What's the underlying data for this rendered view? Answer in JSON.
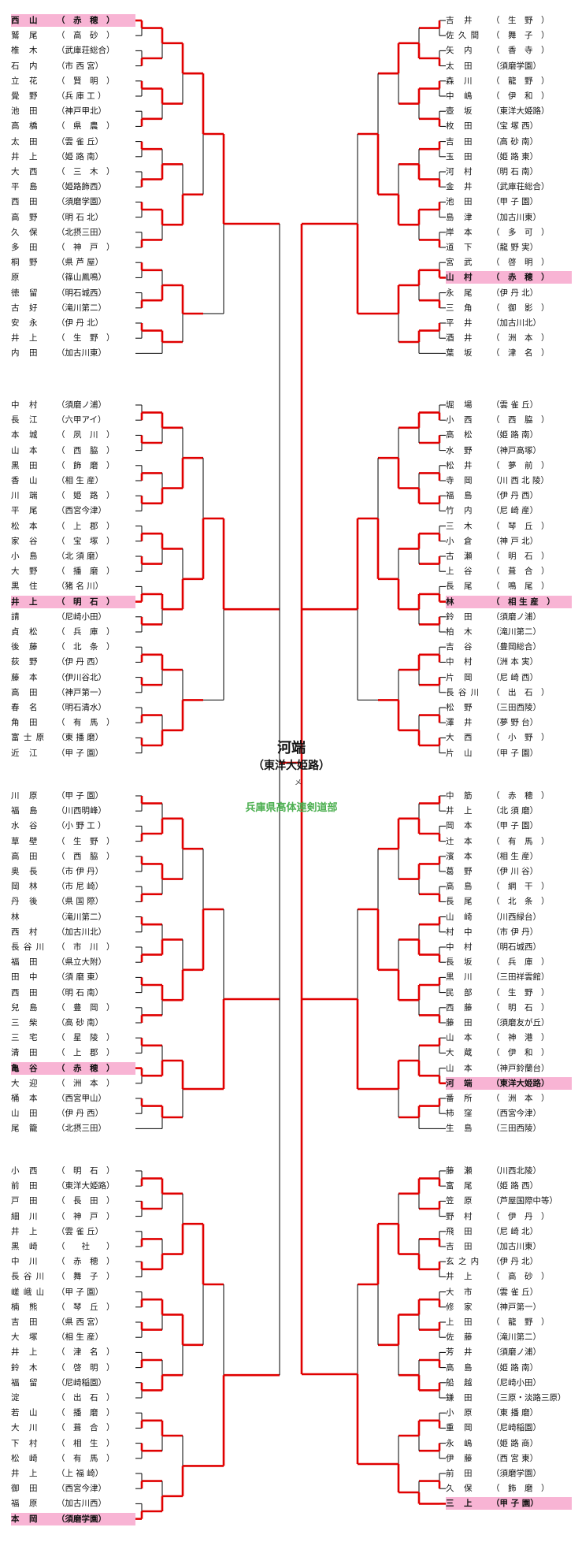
{
  "champion": {
    "name": "河端",
    "school": "（東洋大姫路）",
    "note": "メ"
  },
  "organizer": "兵庫県高体連剣道部",
  "colors": {
    "win_line": "#e00000",
    "loss_line": "#000000",
    "highlight": "#f8b4d4",
    "organizer_text": "#4caf50"
  },
  "blocks": [
    {
      "left": [
        {
          "n": "西　山",
          "s": "（　赤　穂　）",
          "w": true
        },
        {
          "n": "鷲　尾",
          "s": "（　高　砂　）"
        },
        {
          "n": "椎　木",
          "s": "（武庫荘総合）"
        },
        {
          "n": "石　内",
          "s": "（市 西 宮）"
        },
        {
          "n": "立　花",
          "s": "（　賢　明　）"
        },
        {
          "n": "覺　野",
          "s": "（兵 庫 工 ）"
        },
        {
          "n": "池　田",
          "s": "（神戸甲北）"
        },
        {
          "n": "高　橋",
          "s": "（　県　農　）"
        },
        {
          "n": "太　田",
          "s": "（雲 雀 丘）"
        },
        {
          "n": "井　上",
          "s": "（姫 路 南）"
        },
        {
          "n": "大　西",
          "s": "（　三　木　）"
        },
        {
          "n": "平　島",
          "s": "（姫路飾西）"
        },
        {
          "n": "西　田",
          "s": "（須磨学園）"
        },
        {
          "n": "高　野",
          "s": "（明 石 北）"
        },
        {
          "n": "久　保",
          "s": "（北摂三田）"
        },
        {
          "n": "多　田",
          "s": "（　神　戸　）"
        },
        {
          "n": "桐　野",
          "s": "（県 芦 屋）"
        },
        {
          "n": "原",
          "s": "（篠山鳳鳴）"
        },
        {
          "n": "徳　留",
          "s": "（明石城西）"
        },
        {
          "n": "古　好",
          "s": "（滝川第二）"
        },
        {
          "n": "安　永",
          "s": "（伊 丹 北）"
        },
        {
          "n": "井　上",
          "s": "（　生　野　）"
        },
        {
          "n": "内　田",
          "s": "（加古川東）"
        }
      ],
      "right": [
        {
          "n": "吉　井",
          "s": "（　生　野　）"
        },
        {
          "n": "佐 久 間",
          "s": "（　舞　子　）"
        },
        {
          "n": "矢　内",
          "s": "（　香　寺　）"
        },
        {
          "n": "太　田",
          "s": "（須磨学園）"
        },
        {
          "n": "森　川",
          "s": "（　龍　野　）"
        },
        {
          "n": "中　嶋",
          "s": "（　伊　和　）"
        },
        {
          "n": "壺　坂",
          "s": "（東洋大姫路）"
        },
        {
          "n": "枚　田",
          "s": "（宝 塚 西）"
        },
        {
          "n": "吉　田",
          "s": "（高 砂 南）"
        },
        {
          "n": "玉　田",
          "s": "（姫 路 東）"
        },
        {
          "n": "河　村",
          "s": "（明 石 南）"
        },
        {
          "n": "金　井",
          "s": "（武庫荘総合）"
        },
        {
          "n": "池　田",
          "s": "（甲 子 園）"
        },
        {
          "n": "島　津",
          "s": "（加古川東）"
        },
        {
          "n": "岸　本",
          "s": "（　多　可　）"
        },
        {
          "n": "道　下",
          "s": "（龍 野 実）"
        },
        {
          "n": "宮　武",
          "s": "（　啓　明　）"
        },
        {
          "n": "山　村",
          "s": "（　赤　穂　）",
          "w": true
        },
        {
          "n": "永　尾",
          "s": "（伊 丹 北）"
        },
        {
          "n": "三　角",
          "s": "（　御　影　）"
        },
        {
          "n": "平　井",
          "s": "（加古川北）"
        },
        {
          "n": "酒　井",
          "s": "（　洲　本　）"
        },
        {
          "n": "葉　坂",
          "s": "（　津　名　）"
        }
      ]
    },
    {
      "left": [
        {
          "n": "中　村",
          "s": "（須磨ノ浦）"
        },
        {
          "n": "長　江",
          "s": "（六甲アイ）"
        },
        {
          "n": "本　城",
          "s": "（　夙　川　）"
        },
        {
          "n": "山　本",
          "s": "（　西　脇　）"
        },
        {
          "n": "黒　田",
          "s": "（　飾　磨　）"
        },
        {
          "n": "香　山",
          "s": "（相 生 産）"
        },
        {
          "n": "川　端",
          "s": "（　姫　路　）"
        },
        {
          "n": "平　尾",
          "s": "（西宮今津）"
        },
        {
          "n": "松　本",
          "s": "（　上　郡　）"
        },
        {
          "n": "家　谷",
          "s": "（　宝　塚　）"
        },
        {
          "n": "小　島",
          "s": "（北 須 磨）"
        },
        {
          "n": "大　野",
          "s": "（　播　磨　）"
        },
        {
          "n": "黒　住",
          "s": "（猪 名 川）"
        },
        {
          "n": "井　上",
          "s": "（　明　石　）",
          "w": true
        },
        {
          "n": "請",
          "s": "（尼崎小田）"
        },
        {
          "n": "貞　松",
          "s": "（　兵　庫　）"
        },
        {
          "n": "後　藤",
          "s": "（　北　条　）"
        },
        {
          "n": "荻　野",
          "s": "（伊 丹 西）"
        },
        {
          "n": "藤　本",
          "s": "（伊川谷北）"
        },
        {
          "n": "高　田",
          "s": "（神戸第一）"
        },
        {
          "n": "春　名",
          "s": "（明石清水）"
        },
        {
          "n": "角　田",
          "s": "（　有　馬　）"
        },
        {
          "n": "富 士 原",
          "s": "（東 播 磨）"
        },
        {
          "n": "近　江",
          "s": "（甲 子 園）"
        }
      ],
      "right": [
        {
          "n": "堀　場",
          "s": "（雲 雀 丘）"
        },
        {
          "n": "小　西",
          "s": "（　西　脇　）"
        },
        {
          "n": "高　松",
          "s": "（姫 路 南）"
        },
        {
          "n": "水　野",
          "s": "（神戸高塚）"
        },
        {
          "n": "松　井",
          "s": "（　夢　前　）"
        },
        {
          "n": "寺　岡",
          "s": "（川 西 北 陵）"
        },
        {
          "n": "福　島",
          "s": "（伊 丹 西）"
        },
        {
          "n": "竹　内",
          "s": "（尼 崎 産）"
        },
        {
          "n": "三　木",
          "s": "（　琴　丘　）"
        },
        {
          "n": "小　倉",
          "s": "（神 戸 北）"
        },
        {
          "n": "古　瀬",
          "s": "（　明　石　）"
        },
        {
          "n": "上　谷",
          "s": "（　葺　合　）"
        },
        {
          "n": "長　尾",
          "s": "（　鳴　尾　）"
        },
        {
          "n": "林",
          "s": "（　相 生 産　）",
          "w": true
        },
        {
          "n": "鈴　田",
          "s": "（須磨ノ浦）"
        },
        {
          "n": "柏　木",
          "s": "（滝川第二）"
        },
        {
          "n": "吉　谷",
          "s": "（豊岡総合）"
        },
        {
          "n": "中　村",
          "s": "（洲 本 実）"
        },
        {
          "n": "片　岡",
          "s": "（尼 崎 西）"
        },
        {
          "n": "長 谷 川",
          "s": "（　出　石　）"
        },
        {
          "n": "松　野",
          "s": "（三田西陵）"
        },
        {
          "n": "澤　井",
          "s": "（夢 野 台）"
        },
        {
          "n": "大　西",
          "s": "（　小　野　）"
        },
        {
          "n": "片　山",
          "s": "（甲 子 園）"
        }
      ]
    },
    {
      "left": [
        {
          "n": "川　原",
          "s": "（甲 子 園）"
        },
        {
          "n": "福　島",
          "s": "（川西明峰）"
        },
        {
          "n": "水　谷",
          "s": "（小 野 工 ）"
        },
        {
          "n": "草　壁",
          "s": "（　生　野　）"
        },
        {
          "n": "高　田",
          "s": "（　西　脇　）"
        },
        {
          "n": "奥　長",
          "s": "（市 伊 丹）"
        },
        {
          "n": "岡　林",
          "s": "（市 尼 崎）"
        },
        {
          "n": "丹　後",
          "s": "（県 国 際）"
        },
        {
          "n": "林",
          "s": "（滝川第二）"
        },
        {
          "n": "西　村",
          "s": "（加古川北）"
        },
        {
          "n": "長 谷 川",
          "s": "（　市　川　）"
        },
        {
          "n": "福　田",
          "s": "（県立大附）"
        },
        {
          "n": "田　中",
          "s": "（須 磨 東）"
        },
        {
          "n": "西　田",
          "s": "（明 石 南）"
        },
        {
          "n": "兒　島",
          "s": "（　豊　岡　）"
        },
        {
          "n": "三　柴",
          "s": "（高 砂 南）"
        },
        {
          "n": "三　宅",
          "s": "（　星　陵　）"
        },
        {
          "n": "清　田",
          "s": "（　上　郡　）"
        },
        {
          "n": "亀　谷",
          "s": "（　赤　穂　）",
          "w": true
        },
        {
          "n": "大　迎",
          "s": "（　洲　本　）"
        },
        {
          "n": "桶　本",
          "s": "（西宮甲山）"
        },
        {
          "n": "山　田",
          "s": "（伊 丹 西）"
        },
        {
          "n": "尾　籠",
          "s": "（北摂三田）"
        }
      ],
      "right": [
        {
          "n": "中　筋",
          "s": "（　赤　穂　）"
        },
        {
          "n": "井　上",
          "s": "（北 須 磨）"
        },
        {
          "n": "岡　本",
          "s": "（甲 子 園）"
        },
        {
          "n": "辻　本",
          "s": "（　有　馬　）"
        },
        {
          "n": "濱　本",
          "s": "（相 生 産）"
        },
        {
          "n": "葛　野",
          "s": "（伊 川 谷）"
        },
        {
          "n": "高　島",
          "s": "（　網　干　）"
        },
        {
          "n": "長　尾",
          "s": "（　北　条　）"
        },
        {
          "n": "山　崎",
          "s": "（川西緑台）"
        },
        {
          "n": "村　中",
          "s": "（市 伊 丹）"
        },
        {
          "n": "中　村",
          "s": "（明石城西）"
        },
        {
          "n": "長　坂",
          "s": "（　兵　庫　）"
        },
        {
          "n": "黒　川",
          "s": "（三田祥雲館）"
        },
        {
          "n": "民　部",
          "s": "（　生　野　）"
        },
        {
          "n": "西　藤",
          "s": "（　明　石　）"
        },
        {
          "n": "藤　田",
          "s": "（須磨友が丘）"
        },
        {
          "n": "山　本",
          "s": "（　神　港　）"
        },
        {
          "n": "大　蔵",
          "s": "（　伊　和　）"
        },
        {
          "n": "山　本",
          "s": "（神戸鈴蘭台）"
        },
        {
          "n": "河　端",
          "s": "（東洋大姫路）",
          "w": true
        },
        {
          "n": "番　所",
          "s": "（　洲　本　）"
        },
        {
          "n": "柿　窪",
          "s": "（西宮今津）"
        },
        {
          "n": "生　島",
          "s": "（三田西陵）"
        }
      ]
    },
    {
      "left": [
        {
          "n": "小　西",
          "s": "（　明　石　）"
        },
        {
          "n": "前　田",
          "s": "（東洋大姫路）"
        },
        {
          "n": "戸　田",
          "s": "（　長　田　）"
        },
        {
          "n": "細　川",
          "s": "（　神　戸　）"
        },
        {
          "n": "井　上",
          "s": "（雲 雀 丘）"
        },
        {
          "n": "黒　崎",
          "s": "（　　社　　）"
        },
        {
          "n": "中　川",
          "s": "（　赤　穂　）"
        },
        {
          "n": "長 谷 川",
          "s": "（　舞　子　）"
        },
        {
          "n": "嵯 峨 山",
          "s": "（甲 子 園）"
        },
        {
          "n": "楠　熊",
          "s": "（　琴　丘　）"
        },
        {
          "n": "吉　田",
          "s": "（県 西 宮）"
        },
        {
          "n": "大　塚",
          "s": "（相 生 産）"
        },
        {
          "n": "井　上",
          "s": "（　津　名　）"
        },
        {
          "n": "鈴　木",
          "s": "（　啓　明　）"
        },
        {
          "n": "福　留",
          "s": "（尼崎稲園）"
        },
        {
          "n": "淀",
          "s": "（　出　石　）"
        },
        {
          "n": "若　山",
          "s": "（　播　磨　）"
        },
        {
          "n": "大　川",
          "s": "（　葺　合　）"
        },
        {
          "n": "下　村",
          "s": "（　相　生　）"
        },
        {
          "n": "松　崎",
          "s": "（　有　馬　）"
        },
        {
          "n": "井　上",
          "s": "（上 福 崎）"
        },
        {
          "n": "御　田",
          "s": "（西宮今津）"
        },
        {
          "n": "福　原",
          "s": "（加古川西）"
        },
        {
          "n": "本　岡",
          "s": "（須磨学園）",
          "w": true
        }
      ],
      "right": [
        {
          "n": "藤　瀬",
          "s": "（川西北陵）"
        },
        {
          "n": "富　尾",
          "s": "（姫 路 西）"
        },
        {
          "n": "笠　原",
          "s": "（芦屋国際中等）"
        },
        {
          "n": "野　村",
          "s": "（　伊　丹　）"
        },
        {
          "n": "飛　田",
          "s": "（尼 崎 北）"
        },
        {
          "n": "吉　田",
          "s": "（加古川東）"
        },
        {
          "n": "玄 之 内",
          "s": "（伊 丹 北）"
        },
        {
          "n": "井　上",
          "s": "（　高　砂　）"
        },
        {
          "n": "大　市",
          "s": "（雲 雀 丘）"
        },
        {
          "n": "修　家",
          "s": "（神戸第一）"
        },
        {
          "n": "上　田",
          "s": "（　龍　野　）"
        },
        {
          "n": "佐　藤",
          "s": "（滝川第二）"
        },
        {
          "n": "芳　井",
          "s": "（須磨ノ浦）"
        },
        {
          "n": "高　島",
          "s": "（姫 路 南）"
        },
        {
          "n": "船　越",
          "s": "（尼崎小田）"
        },
        {
          "n": "鎌　田",
          "s": "（三原・淡路三原）"
        },
        {
          "n": "小　原",
          "s": "（東 播 磨）"
        },
        {
          "n": "重　岡",
          "s": "（尼崎稲園）"
        },
        {
          "n": "永　嶋",
          "s": "（姫 路 商）"
        },
        {
          "n": "伊　藤",
          "s": "（西 宮 東）"
        },
        {
          "n": "前　田",
          "s": "（須磨学園）"
        },
        {
          "n": "久　保",
          "s": "（　飾　磨　）"
        },
        {
          "n": "三　上",
          "s": "（甲 子 園）",
          "w": true
        }
      ]
    }
  ]
}
